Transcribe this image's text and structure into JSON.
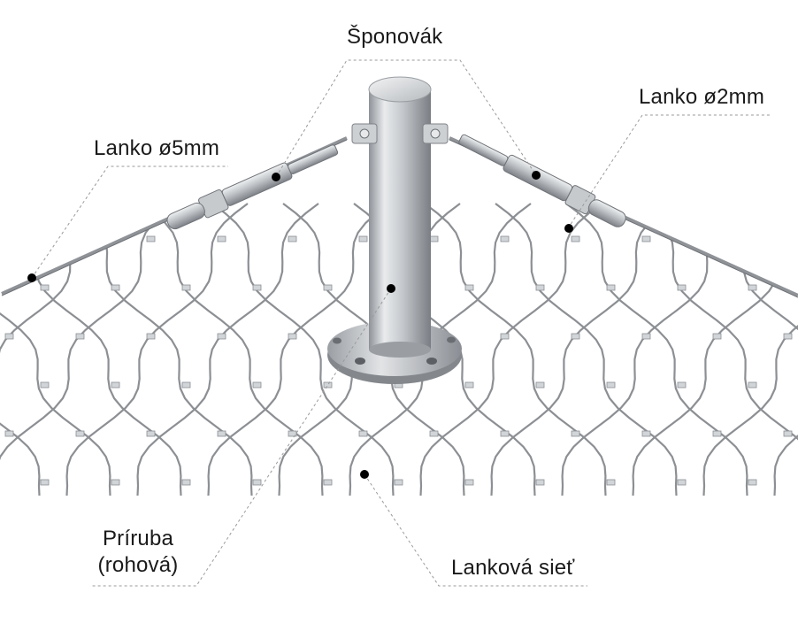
{
  "labels": {
    "sponovak": "Šponovák",
    "lanko_2mm": "Lanko ø2mm",
    "lanko_5mm": "Lanko ø5mm",
    "priruba_line1": "Príruba",
    "priruba_line2": "(rohová)",
    "siet": "Lanková sieť"
  },
  "colors": {
    "wire": "#8c8f93",
    "steel_light": "#e6e8ea",
    "steel_mid": "#b4b8bc",
    "steel_dark": "#7c8086",
    "leader": "#9a9a9a",
    "dot": "#000000"
  }
}
